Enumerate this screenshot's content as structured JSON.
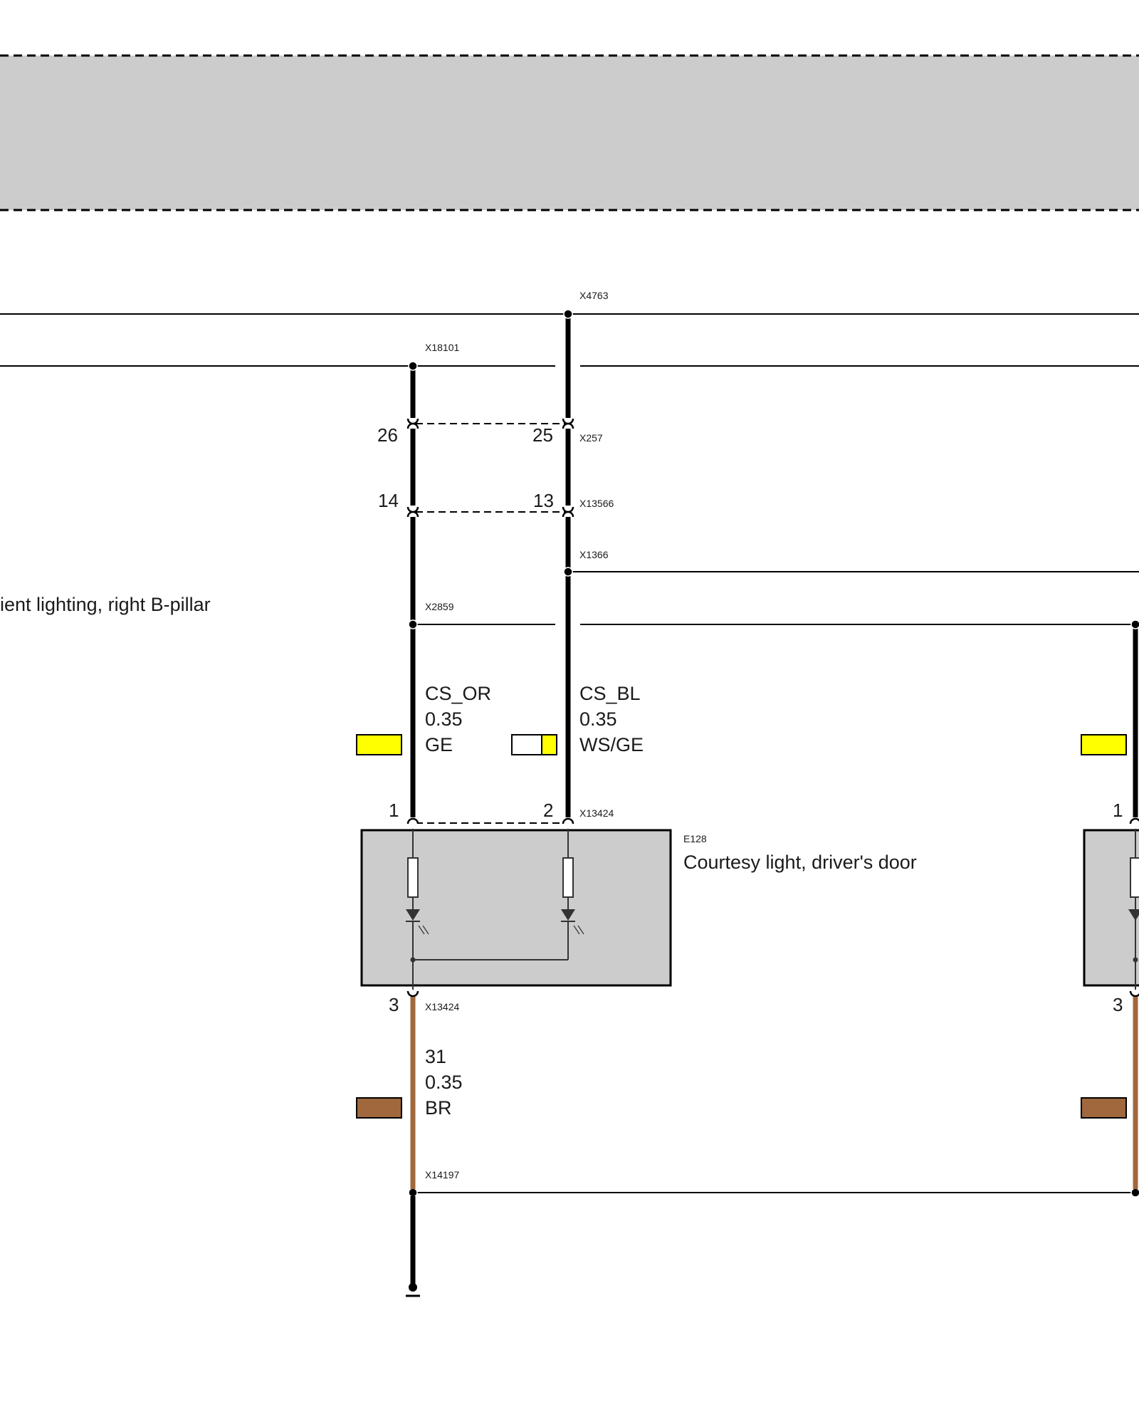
{
  "connectors": {
    "x4763": "X4763",
    "x18101": "X18101",
    "x257": "X257",
    "x13566": "X13566",
    "x1366": "X1366",
    "x2859": "X2859",
    "x13424_top": "X13424",
    "x13424_bottom": "X13424",
    "x14197": "X14197"
  },
  "pins": {
    "p26": "26",
    "p25": "25",
    "p14": "14",
    "p13": "13",
    "p1_left": "1",
    "p2": "2",
    "p3_left": "3",
    "p1_right": "1",
    "p3_right": "3"
  },
  "wires": {
    "left": {
      "signal": "CS_OR",
      "gauge": "0.35",
      "color_code": "GE",
      "swatch_colors": [
        "#ffff00"
      ]
    },
    "right": {
      "signal": "CS_BL",
      "gauge": "0.35",
      "color_code": "WS/GE",
      "swatch_colors": [
        "#ffffff",
        "#ffff00"
      ]
    },
    "ground": {
      "signal": "31",
      "gauge": "0.35",
      "color_code": "BR",
      "swatch_colors": [
        "#a0683c"
      ]
    }
  },
  "component": {
    "id": "E128",
    "name": "Courtesy light, driver's door"
  },
  "side_label": "ient lighting, right B-pillar",
  "colors": {
    "box_fill": "#cccccc",
    "wire_black": "#000000",
    "wire_brown": "#a0683c",
    "yellow": "#ffff00"
  }
}
